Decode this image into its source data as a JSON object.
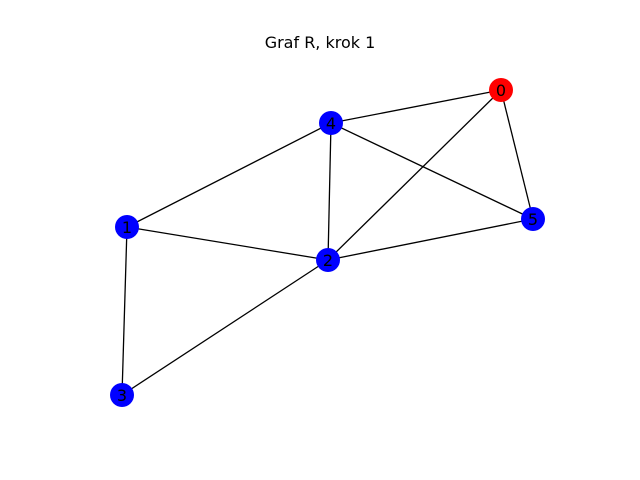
{
  "title": "Graf R, krok 1",
  "colors": {
    "default_node": "#0000ff",
    "highlight_node": "#ff0000",
    "edge": "#000000",
    "label": "#000000"
  },
  "graph": {
    "nodes": [
      {
        "id": "0",
        "label": "0",
        "state": "highlight"
      },
      {
        "id": "1",
        "label": "1",
        "state": "default"
      },
      {
        "id": "2",
        "label": "2",
        "state": "default"
      },
      {
        "id": "3",
        "label": "3",
        "state": "default"
      },
      {
        "id": "4",
        "label": "4",
        "state": "default"
      },
      {
        "id": "5",
        "label": "5",
        "state": "default"
      }
    ],
    "edges": [
      [
        "0",
        "4"
      ],
      [
        "0",
        "5"
      ],
      [
        "0",
        "2"
      ],
      [
        "4",
        "1"
      ],
      [
        "4",
        "2"
      ],
      [
        "4",
        "5"
      ],
      [
        "1",
        "2"
      ],
      [
        "1",
        "3"
      ],
      [
        "2",
        "5"
      ],
      [
        "2",
        "3"
      ]
    ]
  }
}
